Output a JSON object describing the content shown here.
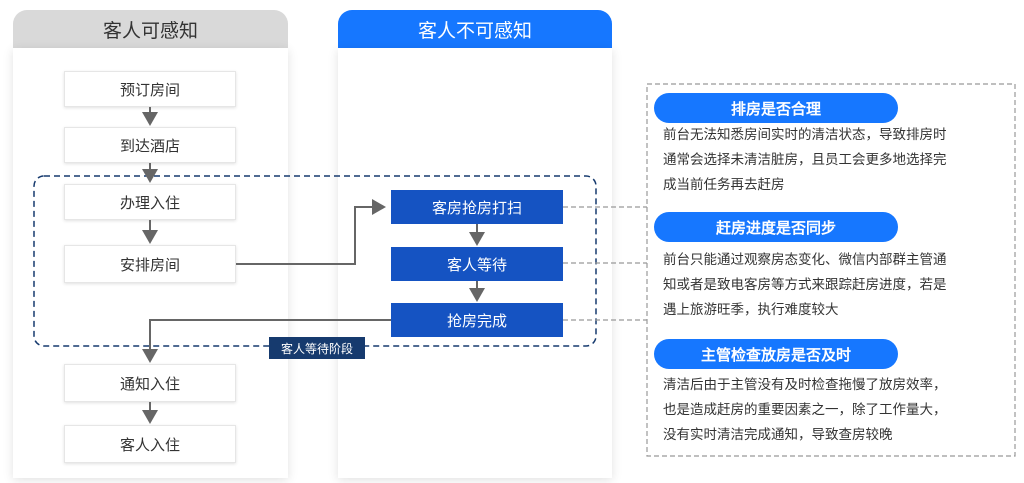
{
  "left_column": {
    "header": "客人可感知",
    "steps": [
      "预订房间",
      "到达酒店",
      "办理入住",
      "安排房间",
      "通知入住",
      "客人入住"
    ]
  },
  "middle_column": {
    "header": "客人不可感知",
    "steps": [
      "客房抢房打扫",
      "客人等待",
      "抢房完成"
    ]
  },
  "stage_label": "客人等待阶段",
  "issues": [
    {
      "title": "排房是否合理",
      "lines": [
        "前台无法知悉房间实时的清洁状态，导致排房时",
        "通常会选择未清洁脏房，且员工会更多地选择完",
        "成当前任务再去赶房"
      ]
    },
    {
      "title": "赶房进度是否同步",
      "lines": [
        "前台只能通过观察房态变化、微信内部群主管通",
        "知或者是致电客房等方式来跟踪赶房进度，若是",
        "遇上旅游旺季，执行难度较大"
      ]
    },
    {
      "title": "主管检查放房是否及时",
      "lines": [
        "清洁后由于主管没有及时检查拖慢了放房效率，",
        "也是造成赶房的重要因素之一，除了工作量大，",
        "没有实时清洁完成通知，导致查房较晚"
      ]
    }
  ],
  "colors": {
    "primary_blue": "#1677ff",
    "dark_blue": "#1553c2",
    "navy": "#163a6e",
    "gray_header": "#d9d9d9"
  }
}
